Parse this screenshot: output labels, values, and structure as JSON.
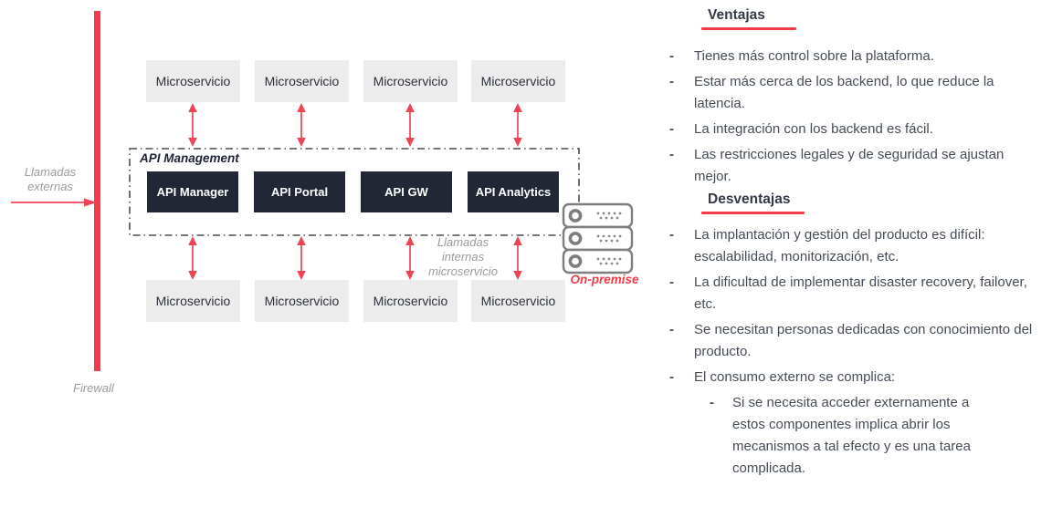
{
  "colors": {
    "accent_red": "#f43b4a",
    "arrow_red": "#ee4454",
    "dark_box_bg": "#212734",
    "light_box_bg": "#ececec",
    "muted_label": "#9b9b9b",
    "heading_text": "#333a46",
    "body_text": "#454c56"
  },
  "diagram": {
    "external_calls_label": "Llamadas externas",
    "firewall_label": "Firewall",
    "api_management": {
      "title": "API Management",
      "components": [
        "API Manager",
        "API Portal",
        "API GW",
        "API Analytics"
      ]
    },
    "top_microservices": [
      "Microservicio",
      "Microservicio",
      "Microservicio",
      "Microservicio"
    ],
    "bottom_microservices": [
      "Microservicio",
      "Microservicio",
      "Microservicio",
      "Microservicio"
    ],
    "internal_calls_label": "Llamadas internas microservicio",
    "on_premise_label": "On-premise"
  },
  "panel": {
    "bullet_char": "-",
    "advantages": {
      "title": "Ventajas",
      "items": [
        "Tienes más control sobre la plataforma.",
        "Estar más cerca de los backend, lo que reduce la latencia.",
        "La integración con los backend es fácil.",
        "Las restricciones legales y de seguridad se ajustan mejor."
      ]
    },
    "disadvantages": {
      "title": "Desventajas",
      "items": [
        "La implantación y gestión del producto es difícil: escalabilidad, monitorización, etc.",
        "La dificultad de implementar disaster recovery, failover, etc.",
        "Se necesitan personas dedicadas con conocimiento del producto.",
        "El consumo externo se complica:"
      ],
      "sub_items": [
        "Si se necesita acceder externamente a estos componentes implica abrir los mecanismos a tal efecto y es una tarea complicada."
      ]
    }
  }
}
